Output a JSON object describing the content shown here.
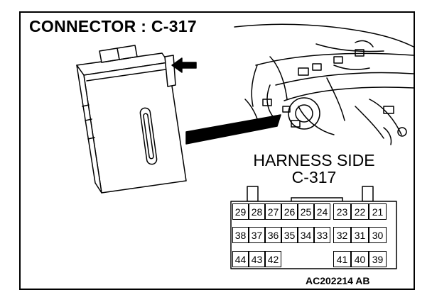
{
  "title": "CONNECTOR : C-317",
  "harness_side": {
    "line1": "HARNESS SIDE",
    "line2": "C-317"
  },
  "reference_code": "AC202214 AB",
  "connector_pins": {
    "row1": [
      "29",
      "28",
      "27",
      "26",
      "25",
      "24",
      "23",
      "22",
      "21"
    ],
    "row2": [
      "38",
      "37",
      "36",
      "35",
      "34",
      "33",
      "32",
      "31",
      "30"
    ],
    "row3_left": [
      "44",
      "43",
      "42"
    ],
    "row3_right": [
      "41",
      "40",
      "39"
    ]
  }
}
